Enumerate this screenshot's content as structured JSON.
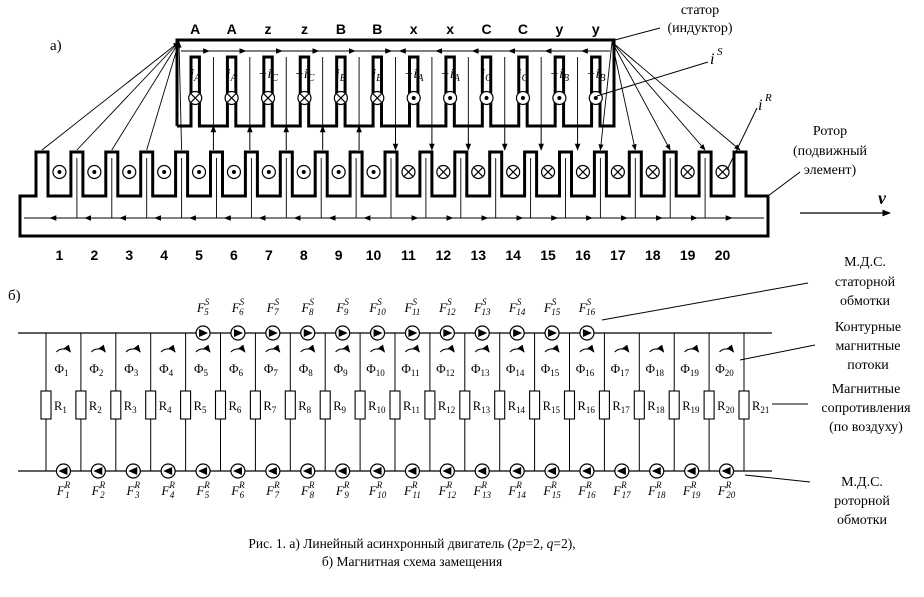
{
  "part_a": {
    "label": "а)",
    "phase_labels": [
      "A",
      "A",
      "z",
      "z",
      "B",
      "B",
      "x",
      "x",
      "C",
      "C",
      "y",
      "y"
    ],
    "currents": [
      "i_A",
      "i_A",
      "−i_C",
      "−i_C",
      "i_B",
      "i_B",
      "−i_A",
      "−i_A",
      "i_C",
      "i_C",
      "−i_B",
      "−i_B"
    ],
    "stator_symbols": [
      "cross",
      "cross",
      "cross",
      "cross",
      "cross",
      "cross",
      "dot",
      "dot",
      "dot",
      "dot",
      "dot",
      "dot"
    ],
    "rotor_symbols": [
      "dot",
      "dot",
      "dot",
      "dot",
      "dot",
      "dot",
      "dot",
      "dot",
      "dot",
      "dot",
      "cross",
      "cross",
      "cross",
      "cross",
      "cross",
      "cross",
      "cross",
      "cross",
      "cross",
      "cross"
    ],
    "stator_label_line1": "статор",
    "stator_label_line2": "(индуктор)",
    "i_s_label": "i",
    "i_s_sup": "S",
    "i_r_label": "i",
    "i_r_sup": "R",
    "rotor_label_line1": "Ротор",
    "rotor_label_line2": "(подвижный",
    "rotor_label_line3": "элемент)",
    "velocity_label": "v",
    "slot_numbers": [
      "1",
      "2",
      "3",
      "4",
      "5",
      "6",
      "7",
      "8",
      "9",
      "10",
      "11",
      "12",
      "13",
      "14",
      "15",
      "16",
      "17",
      "18",
      "19",
      "20"
    ]
  },
  "part_b": {
    "label": "б)",
    "fs_indices": [
      "5",
      "6",
      "7",
      "8",
      "9",
      "10",
      "11",
      "12",
      "13",
      "14",
      "15",
      "16"
    ],
    "phi_indices": [
      "1",
      "2",
      "3",
      "4",
      "5",
      "6",
      "7",
      "8",
      "9",
      "10",
      "11",
      "12",
      "13",
      "14",
      "15",
      "16",
      "17",
      "18",
      "19",
      "20"
    ],
    "r_indices": [
      "1",
      "2",
      "3",
      "4",
      "5",
      "6",
      "7",
      "8",
      "9",
      "10",
      "11",
      "12",
      "13",
      "14",
      "15",
      "16",
      "17",
      "18",
      "19",
      "20",
      "21"
    ],
    "fr_indices": [
      "1",
      "2",
      "3",
      "4",
      "5",
      "6",
      "7",
      "8",
      "9",
      "10",
      "11",
      "12",
      "13",
      "14",
      "15",
      "16",
      "17",
      "18",
      "19",
      "20"
    ],
    "F": "F",
    "Phi": "Φ",
    "R": "R",
    "sup_S": "S",
    "sup_R": "R",
    "mds_stator": [
      "М.Д.С.",
      "статорной",
      "обмотки"
    ],
    "contour_flux": [
      "Контурные",
      "магнитные",
      "потоки"
    ],
    "magnetic_res": [
      "Магнитные",
      "сопротивления",
      "(по воздуху)"
    ],
    "mds_rotor": [
      "М.Д.С.",
      "роторной",
      "обмотки"
    ]
  },
  "caption": {
    "line1_a": "Рис. 1. а) Линейный асинхронный двигатель (2",
    "line1_p": "p",
    "line1_b": "=2, ",
    "line1_q": "q",
    "line1_c": "=2),",
    "line2": "б) Магнитная схема замещения"
  }
}
